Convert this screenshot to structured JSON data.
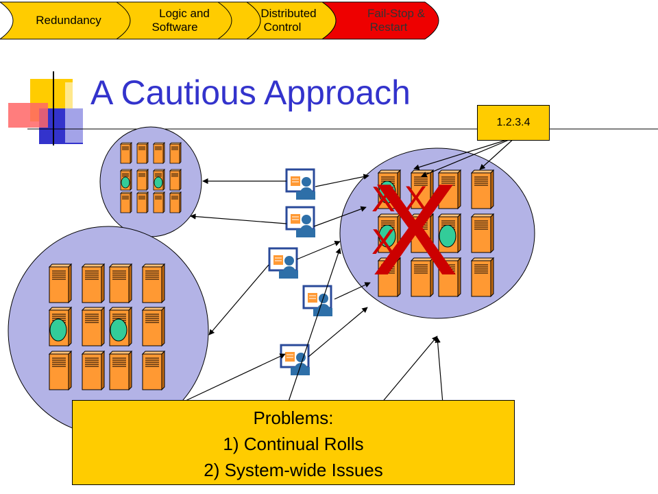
{
  "nav": {
    "items": [
      {
        "lines": [
          "Redundancy"
        ]
      },
      {
        "lines": [
          "Logic and",
          "Software"
        ]
      },
      {
        "lines": [
          "Distributed",
          "Control"
        ]
      },
      {
        "lines": [
          "Fail-Stop &",
          "Restart"
        ]
      }
    ]
  },
  "title": "A Cautious Approach",
  "ip_label": "1.2.3.4",
  "problems": {
    "heading": "Problems:",
    "items": [
      "1) Continual Rolls",
      "2) System-wide Issues"
    ]
  },
  "colors": {
    "title": "#3333cc",
    "nav_yellow": "#ffcc00",
    "nav_red": "#ee0000",
    "cluster": "#b3b3e6",
    "server": "#ff9933",
    "node": "#33cc99",
    "fail_x": "#cc0000",
    "box": "#ffcc00"
  }
}
